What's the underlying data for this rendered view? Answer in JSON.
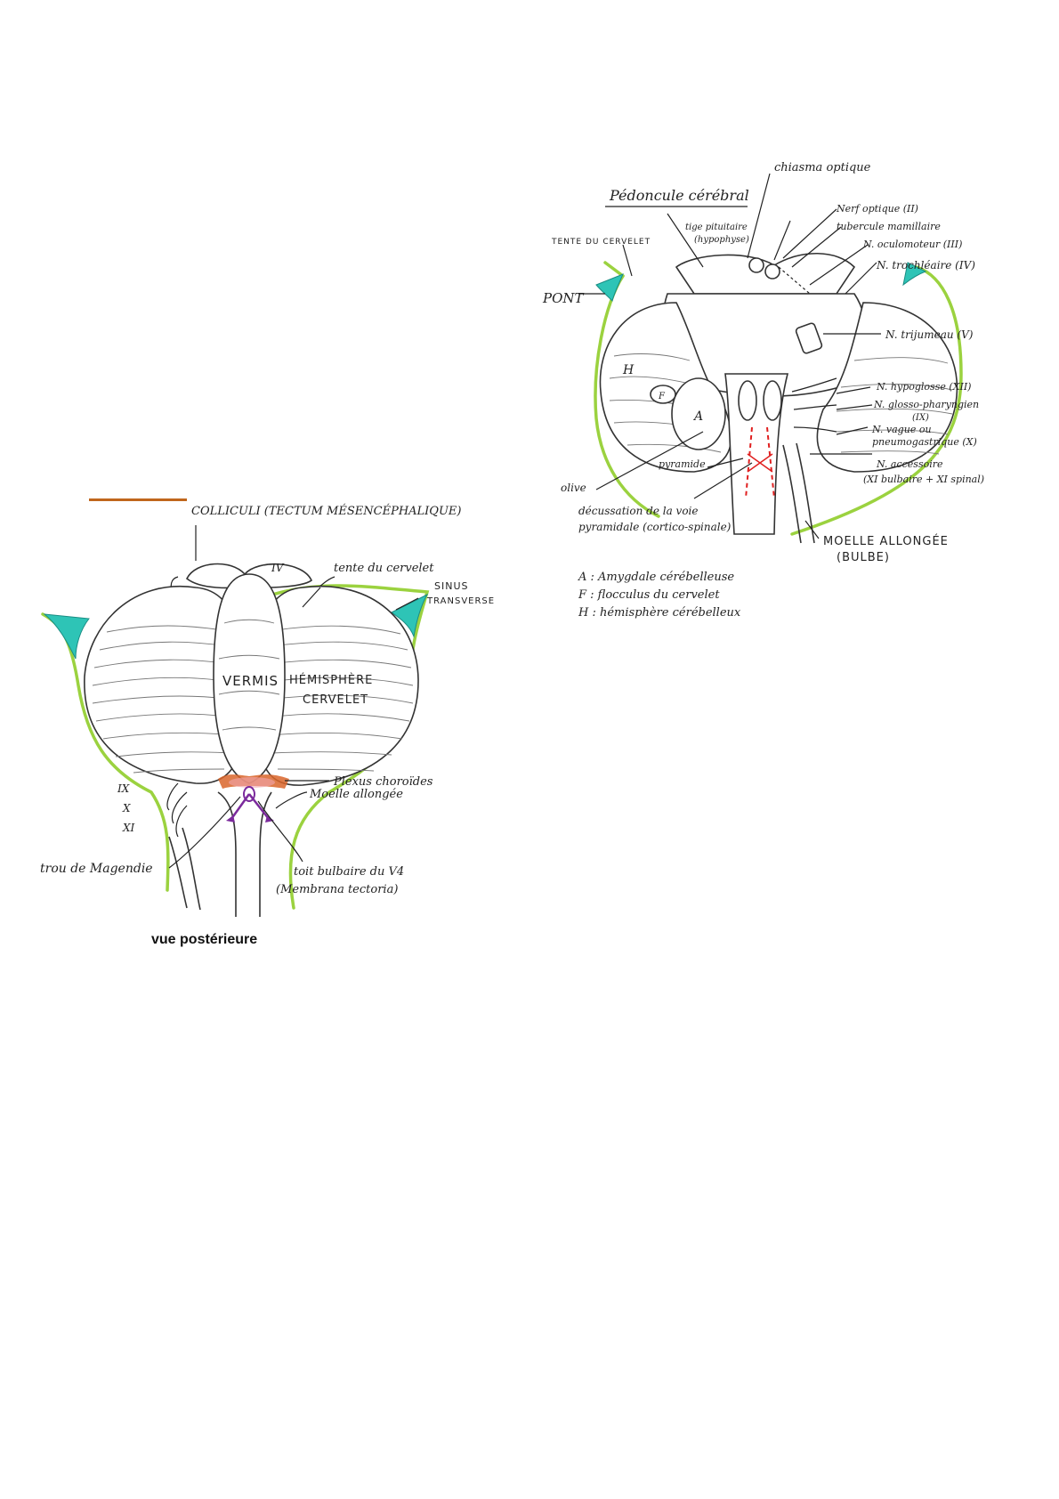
{
  "posterior_view": {
    "caption": "vue postérieure",
    "labels": {
      "colliculi": "COLLICULI (TECTUM MÉSENCÉPHALIQUE)",
      "roman_IV": "IV",
      "tente": "tente du cervelet",
      "sinus_line1": "SINUS",
      "sinus_line2": "TRANSVERSE",
      "vermis": "VERMIS",
      "hemisphere_line1": "HÉMISPHÈRE",
      "hemisphere_line2": "CERVELET",
      "plexus": "Plexus choroïdes",
      "moelle": "Moelle allongée",
      "roman_IX": "IX",
      "roman_X": "X",
      "roman_XI": "XI",
      "trou": "trou de Magendie",
      "toit_line1": "toit bulbaire du V4",
      "toit_line2": "(Membrana tectoria)"
    }
  },
  "anterior_view": {
    "labels": {
      "chiasma": "chiasma optique",
      "pedoncule": "Pédoncule cérébral",
      "tige_line1": "tige pituitaire",
      "tige_line2": "(hypophyse)",
      "nerf_optique": "Nerf optique (II)",
      "tubercule": "tubercule mamillaire",
      "oculomoteur": "N. oculomoteur (III)",
      "trochleaire": "N. trochléaire (IV)",
      "tente": "TENTE DU CERVELET",
      "pont": "PONT",
      "trijumeau": "N. trijumeau (V)",
      "H": "H",
      "F": "F",
      "A": "A",
      "hypoglosse": "N. hypoglosse (XII)",
      "glosso_line1": "N. glosso-pharyngien",
      "glosso_line2": "(IX)",
      "vague_line1": "N. vague ou",
      "vague_line2": "pneumogastrique (X)",
      "pyramide": "pyramide",
      "accessoire_line1": "N. accessoire",
      "accessoire_line2": "(XI bulbaire + XI spinal)",
      "olive": "olive",
      "decussation_line1": "décussation de la voie",
      "decussation_line2": "pyramidale (cortico-spinale)",
      "moelle_line1": "MOELLE ALLONGÉE",
      "moelle_line2": "(BULBE)"
    },
    "legend": [
      "A : Amygdale cérébelleuse",
      "F : flocculus du cervelet",
      "H : hémisphère cérébelleux"
    ]
  }
}
